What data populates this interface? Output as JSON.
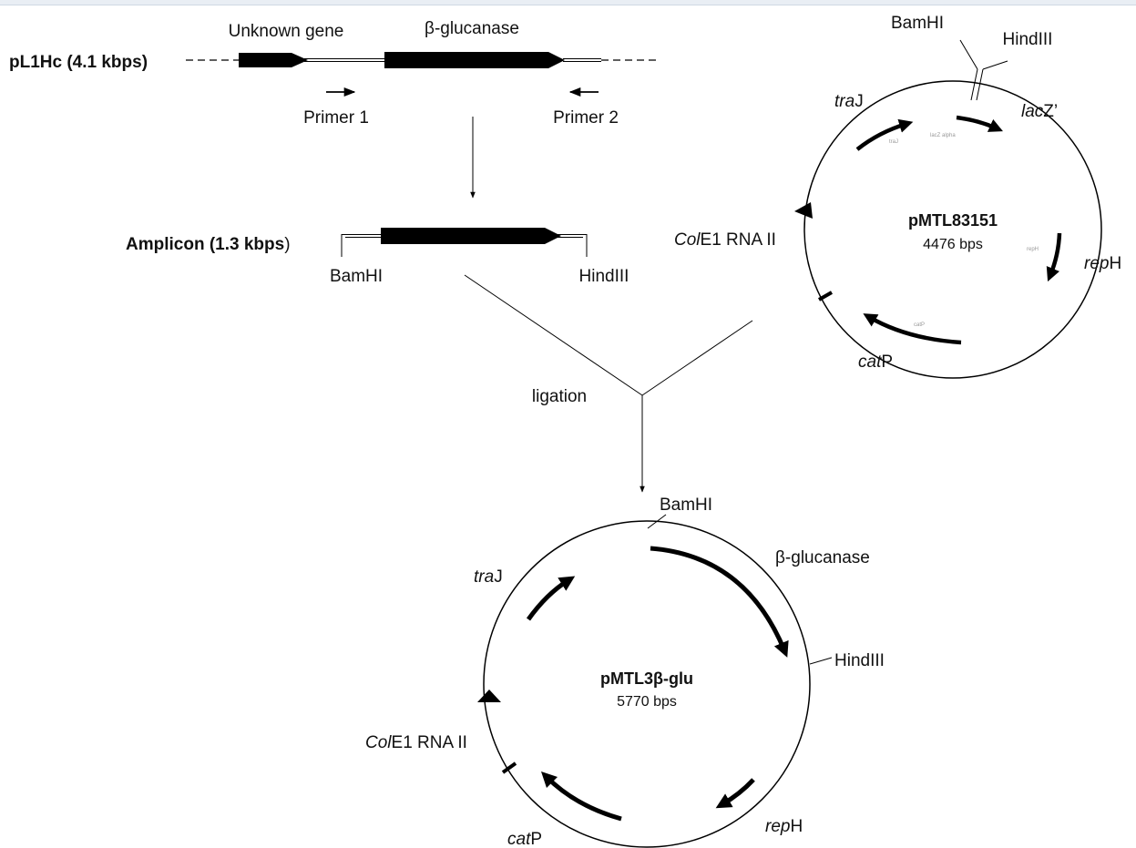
{
  "pl1hc": {
    "label": "pL1Hc (4.1 kbps)",
    "unknown_gene": "Unknown gene",
    "b_glucanase": "β-glucanase",
    "primer1": "Primer 1",
    "primer2": "Primer 2"
  },
  "amplicon": {
    "label_bold": "Amplicon (1.3 kbps",
    "label_close": ")",
    "bamhi": "BamHI",
    "hindiii": "HindIII"
  },
  "ligation": {
    "label": "ligation"
  },
  "pmtl83151": {
    "name": "pMTL83151",
    "size": "4476 bps",
    "bamhi": "BamHI",
    "hindiii": "HindIII",
    "traj_i": "tra",
    "traj_r": "J",
    "lacz_i": "lac",
    "lacz_r": "Z’",
    "cole1_i": "Col",
    "cole1_r": "E1 RNA II",
    "reph_i": "rep",
    "reph_r": "H",
    "catp_i": "cat",
    "catp_r": "P",
    "tiny_traj": "traJ",
    "tiny_lacz": "lacZ alpha",
    "tiny_reph": "repH",
    "tiny_catp": "catP"
  },
  "pmtl3": {
    "name": "pMTL3β-glu",
    "size": "5770 bps",
    "bamhi": "BamHI",
    "hindiii": "HindIII",
    "b_glucanase": "β-glucanase",
    "traj_i": "tra",
    "traj_r": "J",
    "cole1_i": "Col",
    "cole1_r": "E1 RNA II",
    "reph_i": "rep",
    "reph_r": "H",
    "catp_i": "cat",
    "catp_r": "P"
  }
}
